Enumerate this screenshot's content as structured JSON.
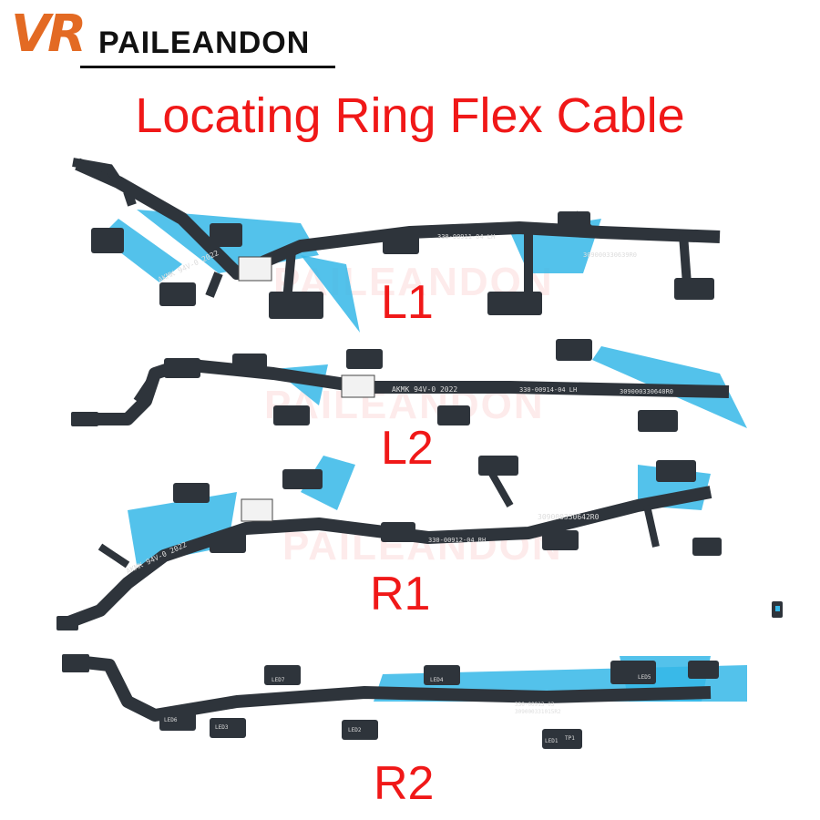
{
  "logo": {
    "mark_v": "V",
    "mark_r": "R",
    "brand": "PAILEANDON"
  },
  "title": "Locating Ring Flex Cable",
  "labels": {
    "l1": "L1",
    "l2": "L2",
    "r1": "R1",
    "r2": "R2"
  },
  "watermark": "PAILEANDON",
  "cable_text": {
    "l1_print": "330-00911-04 LH",
    "l1_part": "309000330639R0",
    "l1_mark": "AKMK 94V-0 2022",
    "l2_print": "330-00914-04 LH",
    "l2_part": "309000330640R0",
    "l2_mark": "AKMK 94V-0 2022",
    "r1_part": "309000330642R0",
    "r1_print": "330-00912-04 RH",
    "r1_mark": "AKMK 94V-0 2022",
    "r2_print": "330-00913-03",
    "r2_part": "309000331015R2",
    "r2_led1": "LED1",
    "r2_led2": "LED2",
    "r2_led3": "LED3",
    "r2_led4": "LED4",
    "r2_led5": "LED5",
    "r2_led6": "LED6",
    "r2_led7": "LED7",
    "r2_tp": "TP1"
  },
  "colors": {
    "brand_orange": "#e36a23",
    "title_red": "#f01818",
    "flex_dark": "#2e343b",
    "tape_blue": "#35b7e8"
  }
}
